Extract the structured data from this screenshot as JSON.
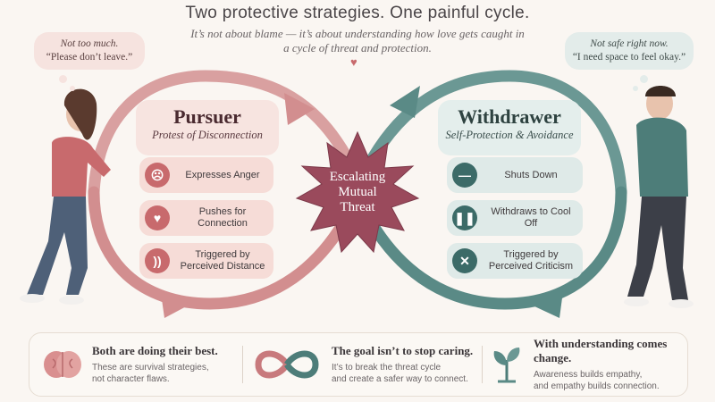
{
  "header": {
    "subtitle": "Two protective strategies. One painful cycle.",
    "intro": "It’s not about blame — it’s about understanding how love gets caught in a cycle of threat and protection."
  },
  "bubbles": {
    "left": {
      "line1": "Not too much.",
      "line2": "“Please don’t leave.”"
    },
    "right": {
      "line1": "Not safe right now.",
      "line2": "“I need space to feel okay.”"
    }
  },
  "pursuer": {
    "title": "Pursuer",
    "subtitle": "Protest of Disconnection",
    "items": [
      {
        "label": "Expresses Anger",
        "icon": "angry-face-icon"
      },
      {
        "label": "Pushes for Connection",
        "icon": "heart-icon"
      },
      {
        "label": "Triggered by Perceived Distance",
        "icon": "signal-waves-icon"
      }
    ]
  },
  "withdrawer": {
    "title": "Withdrawer",
    "subtitle": "Self-Protection & Avoidance",
    "items": [
      {
        "label": "Shuts Down",
        "icon": "minus-icon"
      },
      {
        "label": "Withdraws to Cool Off",
        "icon": "pause-icon"
      },
      {
        "label": "Triggered by Perceived Criticism",
        "icon": "criticism-bubble-icon"
      }
    ]
  },
  "center": {
    "line1": "Escalating",
    "line2": "Mutual",
    "line3": "Threat"
  },
  "tips": [
    {
      "title": "Both are doing their best.",
      "line1": "These are survival strategies,",
      "line2": "not character flaws.",
      "icon": "brain-icon"
    },
    {
      "title": "The goal isn’t to stop caring.",
      "line1": "It’s to break the threat cycle",
      "line2": "and create a safer way to connect.",
      "icon": "infinity-icon"
    },
    {
      "title": "With understanding comes change.",
      "line1": "Awareness builds empathy,",
      "line2": "and empathy builds connection.",
      "icon": "sprout-icon"
    }
  ],
  "colors": {
    "pursuer": "#c86a6d",
    "withdrawer": "#3c6b68",
    "center": "#9a4a5c",
    "background": "#faf6f2"
  }
}
